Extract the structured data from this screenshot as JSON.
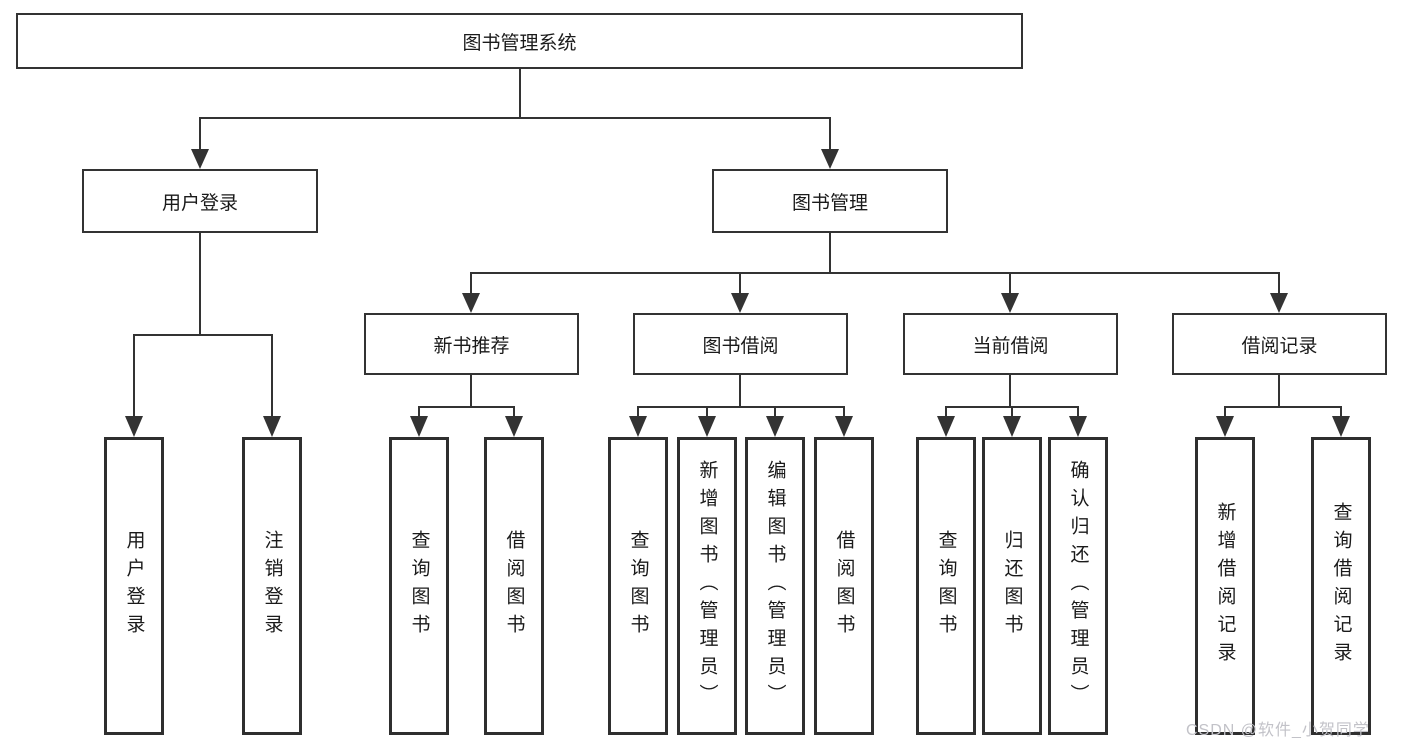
{
  "tree": {
    "label": "图书管理系统",
    "children": [
      {
        "label": "用户登录",
        "children": [
          {
            "label": "用户登录"
          },
          {
            "label": "注销登录"
          }
        ]
      },
      {
        "label": "图书管理",
        "children": [
          {
            "label": "新书推荐",
            "children": [
              {
                "label": "查询图书"
              },
              {
                "label": "借阅图书"
              }
            ]
          },
          {
            "label": "图书借阅",
            "children": [
              {
                "label": "查询图书"
              },
              {
                "label": "新增图书（管理员）"
              },
              {
                "label": "编辑图书（管理员）"
              },
              {
                "label": "借阅图书"
              }
            ]
          },
          {
            "label": "当前借阅",
            "children": [
              {
                "label": "查询图书"
              },
              {
                "label": "归还图书"
              },
              {
                "label": "确认归还（管理员）"
              }
            ]
          },
          {
            "label": "借阅记录",
            "children": [
              {
                "label": "新增借阅记录"
              },
              {
                "label": "查询借阅记录"
              }
            ]
          }
        ]
      }
    ]
  },
  "watermark": {
    "text": "CSDN @软件_小贺同学"
  },
  "colors": {
    "line": "#333333",
    "box_border": "#333333",
    "text": "#1a1a1a",
    "watermark": "#c2c2c8",
    "background": "#ffffff"
  }
}
